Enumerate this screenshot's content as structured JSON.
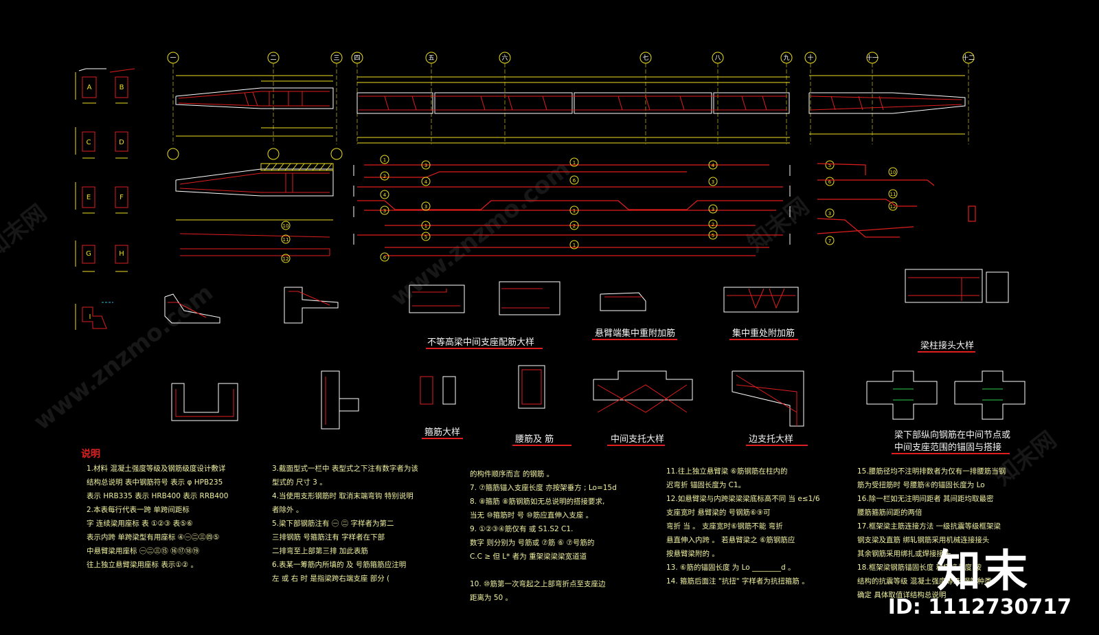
{
  "axis_labels": [
    "一",
    "二",
    "三",
    "四",
    "五",
    "六",
    "七",
    "八",
    "九",
    "十",
    "十一",
    "十二"
  ],
  "detail_titles": {
    "support_detail": "不等高梁中间支座配筋大样",
    "cantilever_end": "悬臂端集中重附加筋",
    "concentrated_load": "集中重处附加筋",
    "beam_column_joint": "梁柱接头大样",
    "stirrup_detail": "箍筋大样",
    "waist_bar": "腰筋及  筋",
    "mid_support": "中间支托大样",
    "edge_support": "边支托大样",
    "anchorage_line1": "梁下部纵向钢筋在中间节点或",
    "anchorage_line2": "中间支座范围的锚固与搭接"
  },
  "section_labels": [
    "A",
    "B",
    "C",
    "D",
    "E",
    "F",
    "G",
    "H",
    "I"
  ],
  "notes": {
    "heading": "说明",
    "col1": [
      "1.材料 混凝土强度等级及钢筋级度设计敷详",
      "  结构总说明 表中钢筋符号 表示 φ      HPB235",
      "  表示           HRB335   表示      HRB400    表示      RRB400",
      "2.本表每行代表一跨 单跨间距标",
      "  字 连续梁用座标      表 ①②③         表⑤⑥",
      "  表示内跨 单跨梁型有用座标     ④㊀㊁㊂㊃⑤",
      "  中悬臂梁用座标     ㊀㊁㊂⑮   ⑯⑰⑱⑲",
      "  往上独立悬臂梁用座标  表示①②      。"
    ],
    "col2": [
      "3.截面型式一栏中 表型式之下注有数字者为该",
      "  型式的  尺寸 3 。",
      "4.当使用支形钢筋时 取消末端弯钩 特别说明",
      "  者除外 。",
      "5.梁下部钢筋注有 ㊀  ㊁ 字样者为第二",
      "  三排钢筋  号箍筋注有      字样者在下部",
      "  二排弯至上部第三排  加此表筋",
      "6.表某一筹筋内所填的  及  号筋箍筋应注明",
      "  左  或  右 时  是指梁跨右端支座  部分         ("
    ],
    "col3": [
      "  的构件顺序而言 的钢筋       。",
      "7. ⑦箍筋锚入支座长度  亦按架垂方      ;   Lo=15d",
      "8. ⑧箍筋      ⑧筋钢筋如无总说明的搭接要求,",
      "  当无 ⑩箍筋时   号 ⑩筋应直伸入支座    。",
      "9. ①②③④筋仅有        或   S1.S2  C1.",
      "  数字 则分别为 号筋或 ⑦筋           ⑥    ⑦号筋的",
      "  C.C   ≥ 但 L* 者为 重架梁梁梁宽道道",
      "",
      "10. ⑩筋第一次弯起之上部弯折点至支座边",
      "  距离为  50  。"
    ],
    "col4": [
      "11.往上独立悬臂梁   ⑥筋钢筋在柱内的",
      "  迟弯折 锚固长度为         C1。",
      "12.如悬臂梁与内跨梁梁梁底标高不同  当     e≤1/6",
      "  支座宽时 悬臂梁的       号钢筋⑥⑨可",
      "  弯折 当    。 支座宽时⑥钢筋不能       弯折",
      "  悬直伸入内跨     。  若悬臂梁之 ⑥筋钢筋应",
      "  按悬臂梁附的       。",
      "13. ⑥筋的锚固长度    为   Lo   ________d 。",
      "14. 箍筋后面注 \"抗扭\" 字样者为抗扭箍筋  。"
    ],
    "col5": [
      "15.腰筋径均不注明排数者为仅有一排腰筋当钢",
      "  筋为受扭筋时    号腰筋④的锚固长度为          Lo",
      "16.除一栏如无注明间距者 其间距均取最密",
      "  腰筋箍筋间距的两倍",
      "17.框架梁主筋连接方法  一级抗震等级框架梁",
      "  钢支梁及直筋    绑轧钢筋采用机械连接接头",
      "  其余钢筋采用绑扎或焊接接头",
      "18.框架梁钢筋锚固长度   和搭接长度     按",
      "  结构的抗震等级  混凝土强度等级  钢筋种类",
      "  确定 具体取值详结构总说明"
    ]
  },
  "branding": {
    "logo_text": "知末",
    "image_id": "ID: 1112730717",
    "watermark": "www.znzmo.com",
    "watermark_cn": "知末网"
  },
  "colors": {
    "background": "#000000",
    "axis_yellow": "#f0e020",
    "rebar_red": "#e01e1e",
    "dim_cyan": "#26c6da",
    "text_white": "#ffffff",
    "text_yellow": "#f2f2a0",
    "dim_green": "#30d050"
  }
}
